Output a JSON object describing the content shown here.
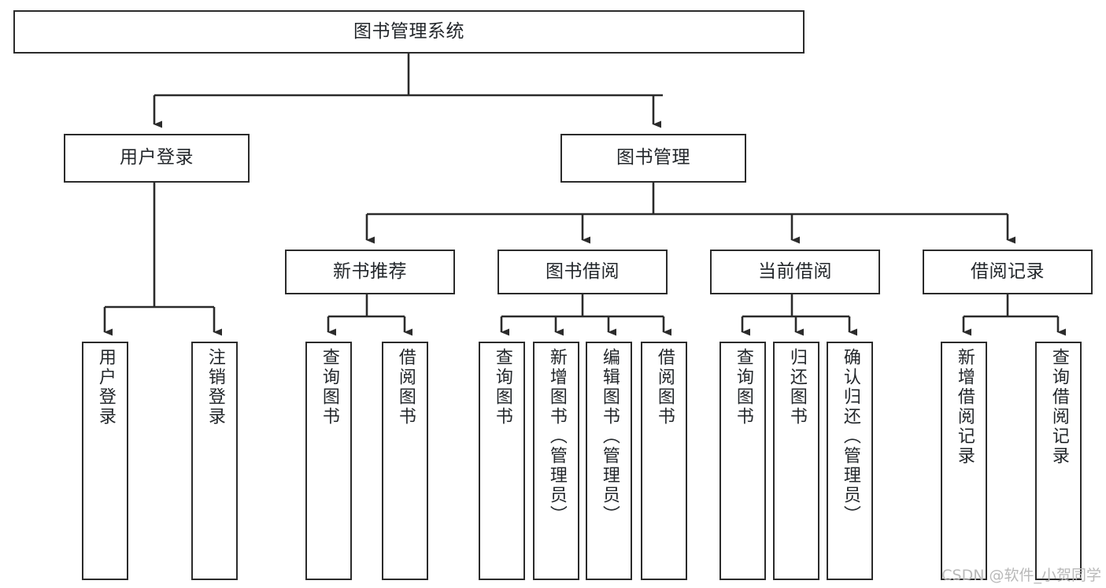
{
  "diagram": {
    "type": "tree-hierarchy-chart",
    "title": "图书管理系统",
    "watermark": "CSDN @软件_小贺同学",
    "colors": {
      "node_border": "#2b2b2b",
      "node_fill": "#ffffff",
      "edge": "#2b2b2b",
      "text": "#23272b",
      "watermark": "#b9b9b9",
      "background": "#ffffff"
    },
    "nodes": {
      "root": {
        "label": "图书管理系统",
        "level": 1,
        "orientation": "horizontal"
      },
      "user_login": {
        "label": "用户登录",
        "level": 2,
        "orientation": "horizontal"
      },
      "book_mgmt": {
        "label": "图书管理",
        "level": 2,
        "orientation": "horizontal"
      },
      "new_book_rec": {
        "label": "新书推荐",
        "level": 3,
        "orientation": "horizontal"
      },
      "book_borrow": {
        "label": "图书借阅",
        "level": 3,
        "orientation": "horizontal"
      },
      "current_borrow": {
        "label": "当前借阅",
        "level": 3,
        "orientation": "horizontal"
      },
      "borrow_record": {
        "label": "借阅记录",
        "level": 3,
        "orientation": "horizontal"
      },
      "leaf_user_login": {
        "label": "用户登录",
        "level": 3,
        "orientation": "vertical"
      },
      "leaf_logout": {
        "label": "注销登录",
        "level": 3,
        "orientation": "vertical"
      },
      "leaf_query_book_1": {
        "label": "查询图书",
        "level": 4,
        "orientation": "vertical"
      },
      "leaf_borrow_book_1": {
        "label": "借阅图书",
        "level": 4,
        "orientation": "vertical"
      },
      "leaf_query_book_2": {
        "label": "查询图书",
        "level": 4,
        "orientation": "vertical"
      },
      "leaf_add_book": {
        "label": "新增图书（管理员）",
        "level": 4,
        "orientation": "vertical"
      },
      "leaf_edit_book": {
        "label": "编辑图书（管理员）",
        "level": 4,
        "orientation": "vertical"
      },
      "leaf_borrow_book_2": {
        "label": "借阅图书",
        "level": 4,
        "orientation": "vertical"
      },
      "leaf_query_book_3": {
        "label": "查询图书",
        "level": 4,
        "orientation": "vertical"
      },
      "leaf_return_book": {
        "label": "归还图书",
        "level": 4,
        "orientation": "vertical"
      },
      "leaf_confirm_return": {
        "label": "确认归还（管理员）",
        "level": 4,
        "orientation": "vertical"
      },
      "leaf_add_record": {
        "label": "新增借阅记录",
        "level": 4,
        "orientation": "vertical"
      },
      "leaf_query_record": {
        "label": "查询借阅记录",
        "level": 4,
        "orientation": "vertical"
      }
    },
    "edges": [
      {
        "from": "root",
        "to": "user_login"
      },
      {
        "from": "root",
        "to": "book_mgmt"
      },
      {
        "from": "user_login",
        "to": "leaf_user_login"
      },
      {
        "from": "user_login",
        "to": "leaf_logout"
      },
      {
        "from": "book_mgmt",
        "to": "new_book_rec"
      },
      {
        "from": "book_mgmt",
        "to": "book_borrow"
      },
      {
        "from": "book_mgmt",
        "to": "current_borrow"
      },
      {
        "from": "book_mgmt",
        "to": "borrow_record"
      },
      {
        "from": "new_book_rec",
        "to": "leaf_query_book_1"
      },
      {
        "from": "new_book_rec",
        "to": "leaf_borrow_book_1"
      },
      {
        "from": "book_borrow",
        "to": "leaf_query_book_2"
      },
      {
        "from": "book_borrow",
        "to": "leaf_add_book"
      },
      {
        "from": "book_borrow",
        "to": "leaf_edit_book"
      },
      {
        "from": "book_borrow",
        "to": "leaf_borrow_book_2"
      },
      {
        "from": "current_borrow",
        "to": "leaf_query_book_3"
      },
      {
        "from": "current_borrow",
        "to": "leaf_return_book"
      },
      {
        "from": "current_borrow",
        "to": "leaf_confirm_return"
      },
      {
        "from": "borrow_record",
        "to": "leaf_add_record"
      },
      {
        "from": "borrow_record",
        "to": "leaf_query_record"
      }
    ]
  }
}
